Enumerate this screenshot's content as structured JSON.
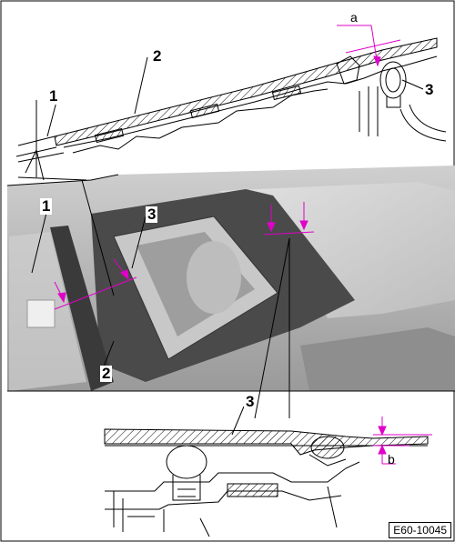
{
  "figure": {
    "id_label": "E60-10045",
    "callouts": {
      "top_1": "1",
      "top_2": "2",
      "top_3": "3",
      "mid_1": "1",
      "mid_2": "2",
      "mid_3": "3",
      "bot_3": "3"
    },
    "dimensions": {
      "top": "a",
      "bottom": "b"
    },
    "colors": {
      "line": "#000000",
      "dimension": "#e000c8",
      "glass_dark": "#4a4a4a",
      "roof": "#d8d8d8",
      "shade": "#b0b0b0"
    }
  }
}
